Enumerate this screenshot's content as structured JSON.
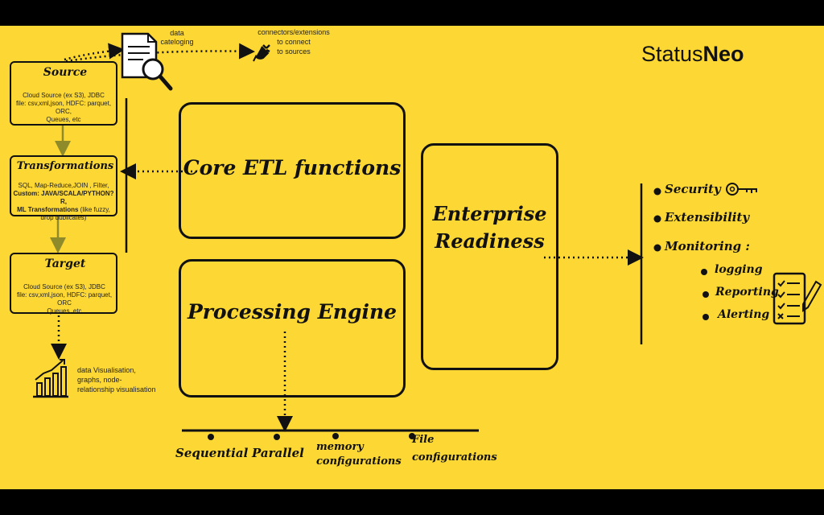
{
  "brand": {
    "name_light": "Status",
    "name_bold": "Neo"
  },
  "top": {
    "catalog": "data\ncateloging",
    "connectors": "connectors/extensions\nto connect\nto sources"
  },
  "pipeline": {
    "source": {
      "title": "Source",
      "text": "Cloud Source (ex S3), JDBC\nfile: csv,xml,json, HDFC: parquet,\nORC,\nQueues, etc"
    },
    "transformations": {
      "title": "Transformations",
      "line1": "SQL, Map-Reduce,JOIN , Filter,",
      "line2_bold": "Custom: JAVA/SCALA/PYTHON?R,",
      "line3_bold": "ML Transformations",
      "line3_rest": " (like fuzzy,",
      "line4": "drop dublicates)"
    },
    "target": {
      "title": "Target",
      "text": "Cloud Source (ex S3), JDBC\nfile: csv,xml,json, HDFC: parquet, ORC\nQueues, etc"
    },
    "visualisation": "data Visualisation,\ngraphs, node-\nrelationship visualisation"
  },
  "core": {
    "title": "Core ETL functions"
  },
  "processing": {
    "title": "Processing Engine",
    "modes": [
      "Sequential",
      "Parallel",
      "memory\nconfigurations",
      "File\nconfigurations"
    ]
  },
  "enterprise": {
    "title": "Enterprise\nReadiness",
    "items": [
      "Security",
      "Extensibility",
      "Monitoring :"
    ],
    "monitoring": [
      "logging",
      "Reporting",
      "Alerting"
    ]
  }
}
